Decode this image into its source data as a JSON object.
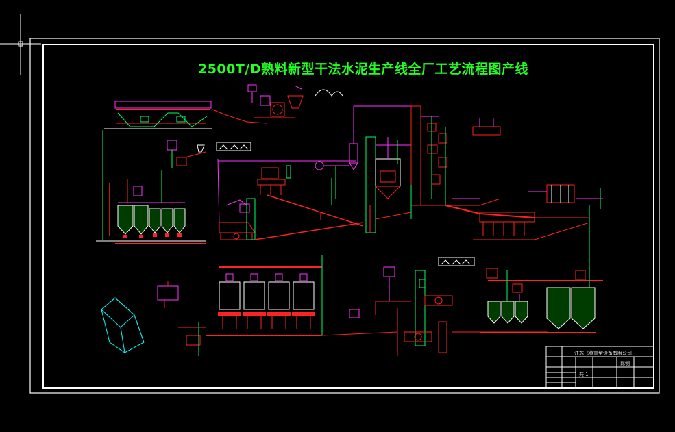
{
  "drawing": {
    "title": "2500T/D熟料新型干法水泥生产线全厂工艺流程图产线"
  },
  "title_block": {
    "company": "江苏飞腾重型设备有限公司",
    "scale": "比例",
    "sheet": "共 1"
  },
  "colors": {
    "background": "#000000",
    "frame": "#ffffff",
    "title": "#22ff22",
    "equipment": "#ff2222",
    "equipment_alt": "#ff33ff",
    "pipes": "#00ff66",
    "structures": "#ff3366",
    "building": "#00ffff",
    "silo_fill": "#00c800"
  }
}
